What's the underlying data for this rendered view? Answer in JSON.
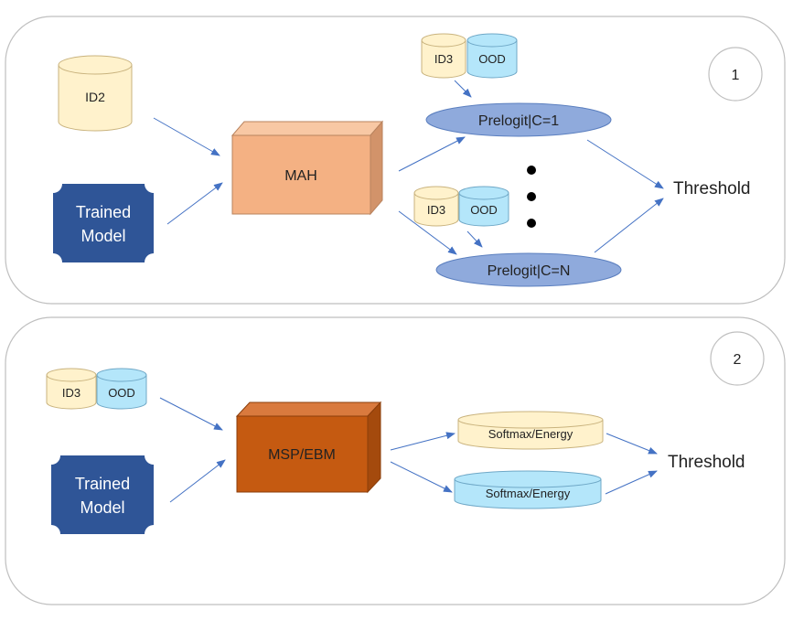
{
  "colors": {
    "id2_fill": "#fff2cc",
    "id3_fill": "#fff2cc",
    "ood_fill": "#b4e6fa",
    "trained_model_fill": "#2f5597",
    "mah_fill": "#f4b183",
    "msp_fill": "#c55a11",
    "prelogit_fill": "#8faadc",
    "arrow": "#4472c4",
    "panel_border": "#bfbfbf"
  },
  "panel1": {
    "step": "1",
    "id2": "ID2",
    "trained_model_line1": "Trained",
    "trained_model_line2": "Model",
    "method": "MAH",
    "id3_top": "ID3",
    "ood_top": "OOD",
    "id3_bottom": "ID3",
    "ood_bottom": "OOD",
    "prelogit_first": "Prelogit|C=1",
    "prelogit_last": "Prelogit|C=N",
    "threshold": "Threshold"
  },
  "panel2": {
    "step": "2",
    "id3": "ID3",
    "ood": "OOD",
    "trained_model_line1": "Trained",
    "trained_model_line2": "Model",
    "method": "MSP/EBM",
    "score_id": "Softmax/Energy",
    "score_ood": "Softmax/Energy",
    "threshold": "Threshold"
  }
}
